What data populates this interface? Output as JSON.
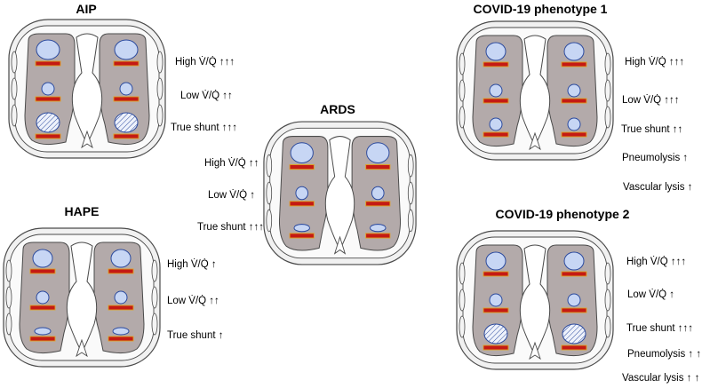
{
  "colors": {
    "outer_shell": "#f1f1f1",
    "outline": "#4a4a4a",
    "lung": "#b3aaaa",
    "alveolus": "#c7d6f4",
    "alveolus_stroke": "#2b4a9e",
    "vessel": "#c41a14",
    "vessel_stroke": "#e0a020"
  },
  "panels": [
    {
      "id": "aip",
      "title": "AIP",
      "labels": [
        "High V̇/Q̇ ↑↑↑",
        "Low V̇/Q̇ ↑↑",
        "True shunt ↑↑↑"
      ],
      "alveoli": [
        "large",
        "small",
        "hatched"
      ]
    },
    {
      "id": "hape",
      "title": "HAPE",
      "labels": [
        "High V̇/Q̇ ↑",
        "Low V̇/Q̇ ↑↑",
        "True shunt ↑"
      ],
      "alveoli": [
        "medium",
        "small",
        "flat"
      ]
    },
    {
      "id": "ards",
      "title": "ARDS",
      "labels": [
        "High V̇/Q̇ ↑↑",
        "Low V̇/Q̇ ↑",
        "True shunt ↑↑↑"
      ],
      "alveoli": [
        "large",
        "small",
        "flat"
      ]
    },
    {
      "id": "covid1",
      "title": "COVID-19 phenotype 1",
      "labels": [
        "High V̇/Q̇ ↑↑↑",
        "Low V̇/Q̇ ↑↑↑",
        "True shunt ↑↑",
        "Pneumolysis ↑",
        "Vascular lysis ↑"
      ],
      "alveoli": [
        "medium",
        "small",
        "small"
      ]
    },
    {
      "id": "covid2",
      "title": "COVID-19 phenotype 2",
      "labels": [
        "High V̇/Q̇ ↑↑↑",
        "Low V̇/Q̇ ↑",
        "True shunt ↑↑↑",
        "Pneumolysis ↑ ↑",
        "Vascular lysis ↑ ↑"
      ],
      "alveoli": [
        "medium",
        "small",
        "hatched"
      ]
    }
  ]
}
